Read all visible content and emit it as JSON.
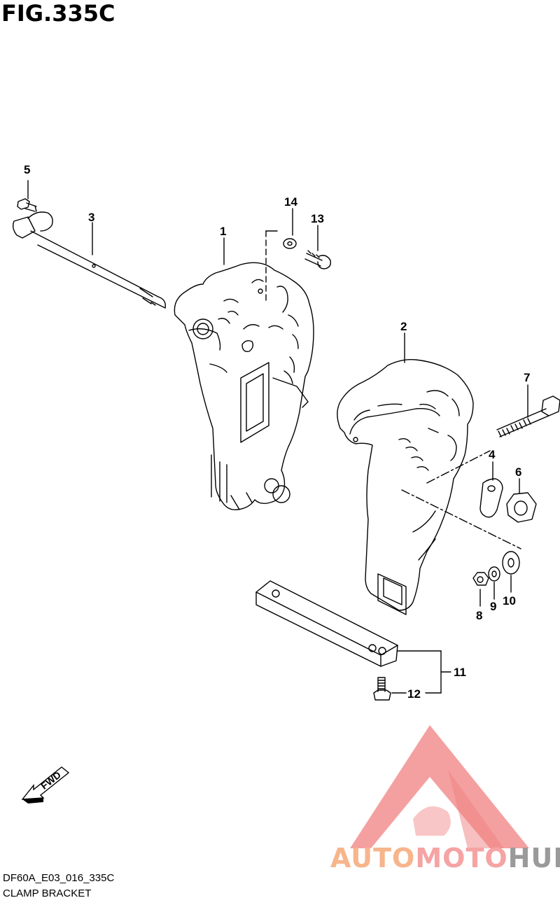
{
  "figure": {
    "title": "FIG.335C"
  },
  "callouts": [
    "1",
    "2",
    "3",
    "4",
    "5",
    "6",
    "7",
    "8",
    "9",
    "10",
    "11",
    "12",
    "13",
    "14"
  ],
  "fwd_label": "FWD",
  "footer": {
    "code": "DF60A_E03_016_335C",
    "name": "CLAMP BRACKET"
  },
  "watermark": {
    "part1": "AUTO",
    "part2": "MOTO",
    "part3": "HUB",
    "colors": {
      "auto": "#f7b58c",
      "moto": "#f5a3a3",
      "hub": "#9a9a9a",
      "logo": "#f08080"
    }
  }
}
